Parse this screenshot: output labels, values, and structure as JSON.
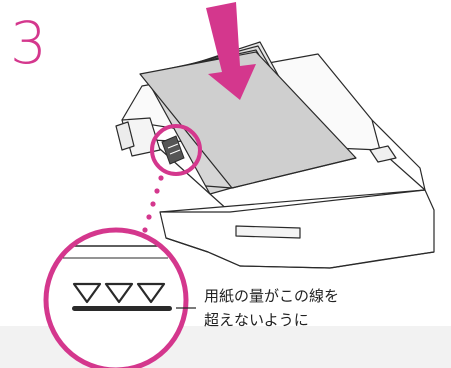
{
  "step": {
    "number": "3"
  },
  "caption": {
    "line1": "用紙の量がこの線を",
    "line2": "超えないように"
  },
  "colors": {
    "accent": "#d4378d",
    "arrow": "#d4378d",
    "outline": "#2a2a2a",
    "paper": "#cfcfcf",
    "tray": "#ffffff",
    "background": "#ffffff"
  },
  "icons": {
    "arrow": "down-arrow-icon",
    "limit_mark": "triangle-limit-mark-icon"
  }
}
